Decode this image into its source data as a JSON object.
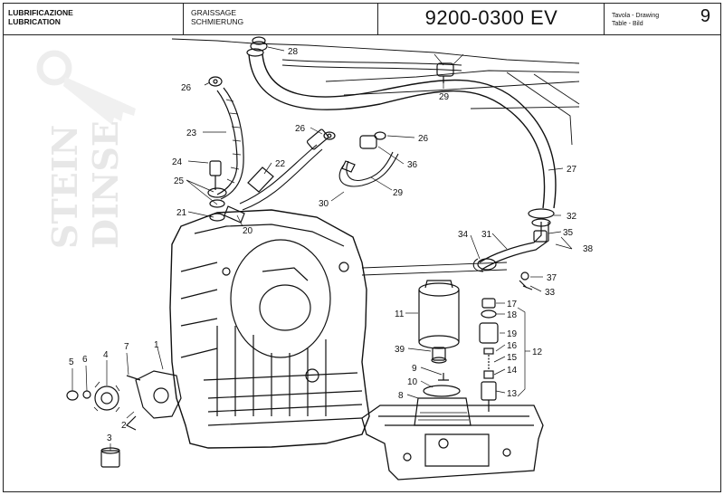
{
  "header": {
    "section_it": "LUBRIFICAZIONE",
    "section_en": "LUBRICATION",
    "section_fr": "GRAISSAGE",
    "section_de": "SCHMIERUNG",
    "drawing_code": "9200-0300 EV",
    "drawing_label_1": "Tavola - Drawing",
    "drawing_label_2": "Table - Bild",
    "drawing_number": "9"
  },
  "watermark": {
    "line1": "STEIN",
    "line2": "DINSE"
  },
  "callouts": [
    "1",
    "2",
    "3",
    "4",
    "5",
    "6",
    "7",
    "8",
    "9",
    "10",
    "11",
    "12",
    "13",
    "14",
    "15",
    "16",
    "17",
    "18",
    "19",
    "20",
    "21",
    "22",
    "23",
    "24",
    "25",
    "26",
    "27",
    "28",
    "29",
    "30",
    "31",
    "32",
    "33",
    "34",
    "35",
    "36",
    "37",
    "38",
    "39"
  ]
}
